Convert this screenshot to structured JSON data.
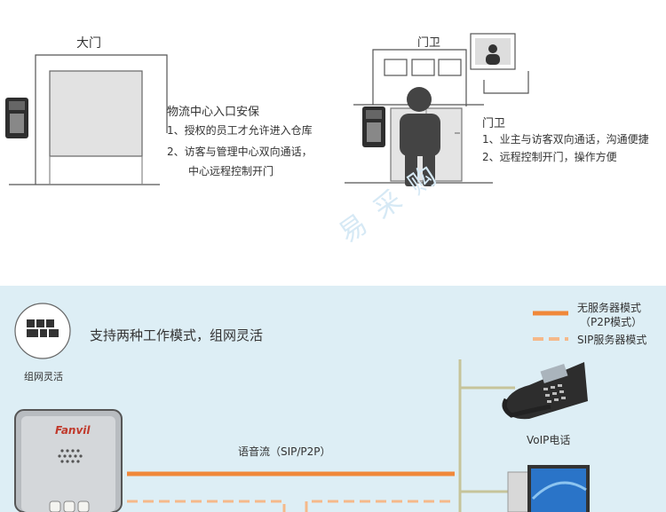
{
  "scene_left": {
    "title": "大门",
    "desc_title": "物流中心入口安保",
    "desc_lines": [
      "1、授权的员工才允许进入仓库",
      "2、访客与管理中心双向通话，",
      "中心远程控制开门"
    ]
  },
  "scene_right": {
    "title": "门卫",
    "desc_title": "门卫",
    "desc_lines": [
      "1、业主与访客双向通话，沟通便捷",
      "2、远程控制开门，操作方便"
    ]
  },
  "watermark": "易 采 购",
  "network": {
    "icon_caption": "组网灵活",
    "heading": "支持两种工作模式，组网灵活",
    "stream_label": "语音流（SIP/P2P）",
    "voip_label": "VoIP电话",
    "device_brand": "Fanvil",
    "legend": {
      "p2p_line1": "无服务器模式",
      "p2p_line2": "（P2P模式）",
      "sip": "SIP服务器模式"
    }
  },
  "colors": {
    "accent_orange": "#f0883a",
    "dashed_orange": "#f5b98a",
    "panel_bg": "#ddeef5",
    "trunk_olive": "#c6c49a"
  }
}
